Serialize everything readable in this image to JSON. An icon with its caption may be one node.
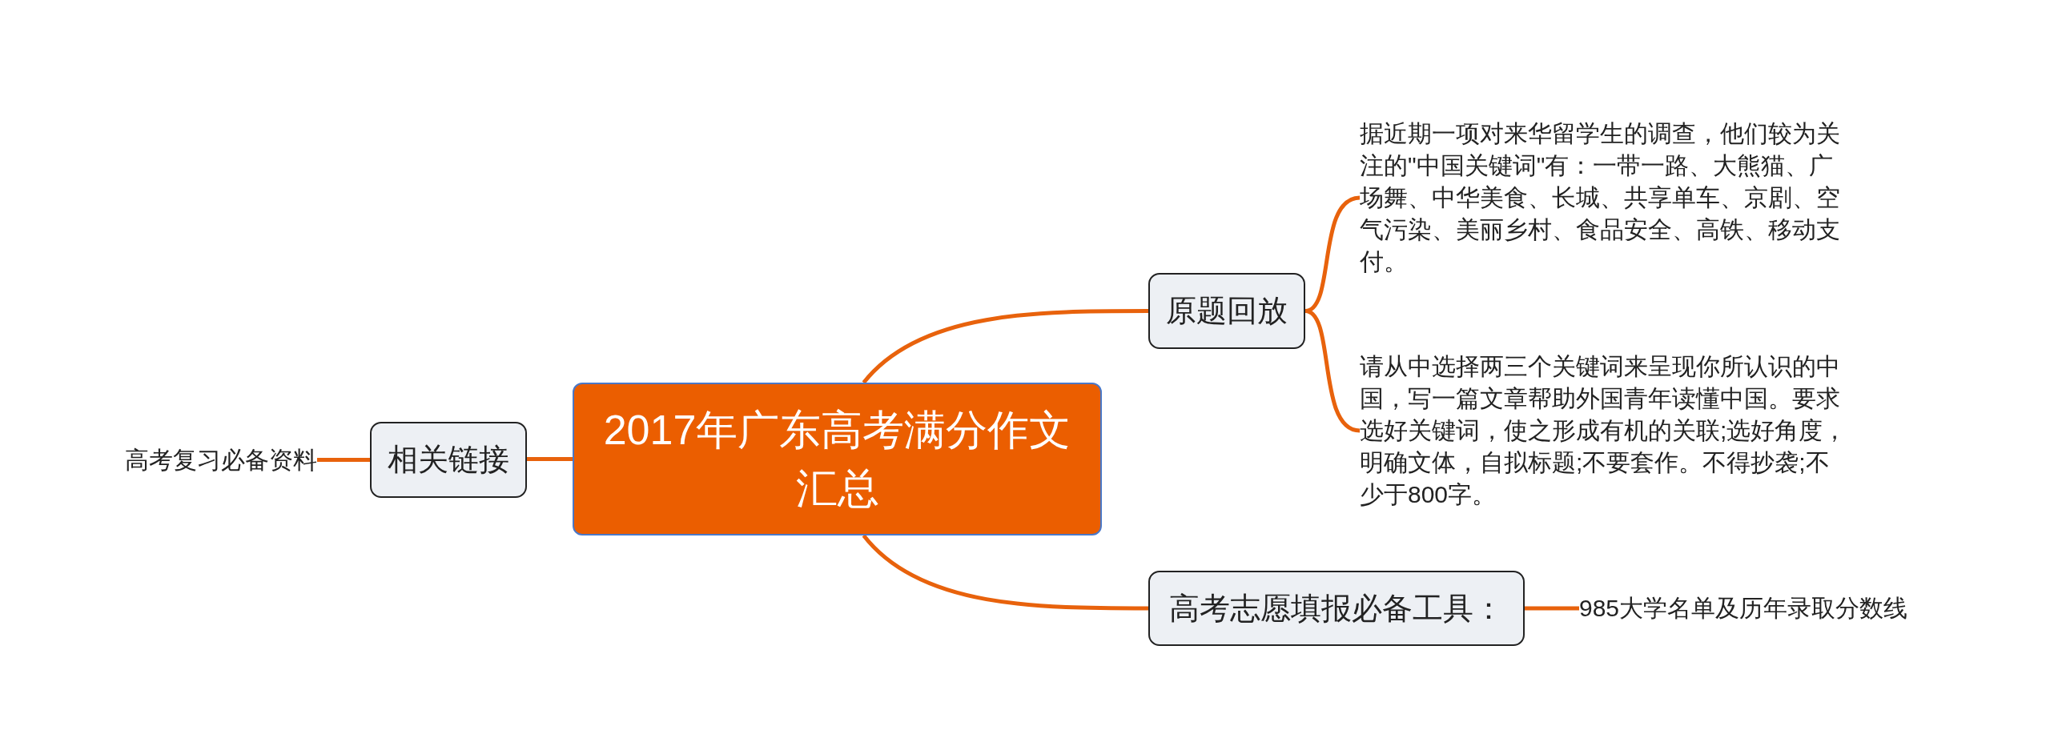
{
  "diagram": {
    "nodes": [
      {
        "text": [
          "2017年广东高考满分作文汇总"
        ]
      },
      {
        "text": [
          "原题回放"
        ]
      },
      {
        "text": [
          "据近期一项对来华留学生的调查，他们较为关注的\"中国关键词\"有：一带一路、大熊猫、广场舞、中华美食、长城、共享单车、京剧、空气污染、美丽乡村、食品安全、高铁、移动支付。"
        ]
      },
      {
        "text": [
          "请从中选择两三个关键词来呈现你所认识的中国，写一篇文章帮助外国青年读懂中国。要求选好关键词，使之形成有机的关联;选好角度，明确文体，自拟标题;不要套作。不得抄袭;不少于800字。"
        ]
      },
      {
        "text": [
          "高考志愿填报必备工具："
        ]
      },
      {
        "text": [
          "985大学名单及历年录取分数线"
        ]
      },
      {
        "text": [
          "相关链接"
        ]
      },
      {
        "text": [
          "高考复习必备资料"
        ]
      }
    ],
    "edges": [
      {
        "from": 0,
        "to": 1,
        "arrow": "none"
      },
      {
        "from": 1,
        "to": 2,
        "arrow": "none"
      },
      {
        "from": 1,
        "to": 3,
        "arrow": "none"
      },
      {
        "from": 0,
        "to": 4,
        "arrow": "none"
      },
      {
        "from": 4,
        "to": 5,
        "arrow": "none"
      },
      {
        "from": 0,
        "to": 6,
        "arrow": "none"
      },
      {
        "from": 6,
        "to": 7,
        "arrow": "none"
      }
    ]
  }
}
